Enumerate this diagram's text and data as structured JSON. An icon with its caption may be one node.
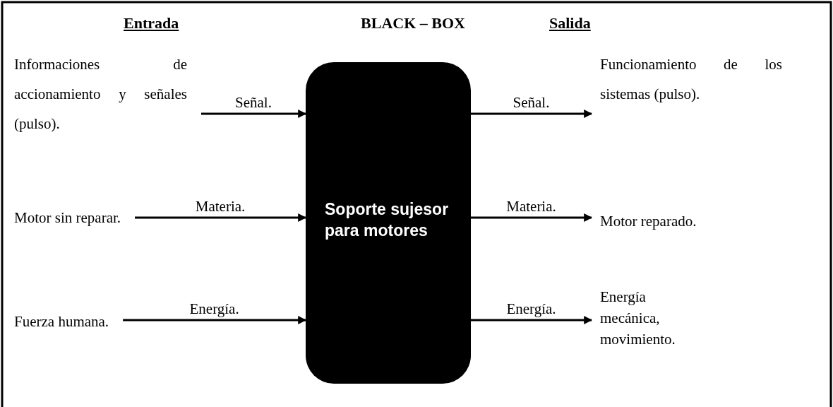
{
  "diagram": {
    "title": "BLACK – BOX",
    "nodes": [
      {
        "text": [
          "Informaciones de accionamiento y señales (pulso)."
        ]
      },
      {
        "text": [
          "Motor sin reparar."
        ]
      },
      {
        "text": [
          "Fuerza humana."
        ]
      },
      {
        "text": [
          "Soporte sujesor para motores"
        ]
      },
      {
        "text": [
          "Funcionamiento de los sistemas (pulso)."
        ]
      },
      {
        "text": [
          "Motor reparado."
        ]
      },
      {
        "text": [
          "Energía mecánica, movimiento."
        ]
      }
    ],
    "edges": [
      {
        "from": 0,
        "to": 3,
        "arrow": "to",
        "label": "Señal."
      },
      {
        "from": 1,
        "to": 3,
        "arrow": "to",
        "label": "Materia."
      },
      {
        "from": 2,
        "to": 3,
        "arrow": "to",
        "label": "Energía."
      },
      {
        "from": 3,
        "to": 4,
        "arrow": "to",
        "label": "Señal."
      },
      {
        "from": 3,
        "to": 5,
        "arrow": "to",
        "label": "Materia."
      },
      {
        "from": 3,
        "to": 6,
        "arrow": "to",
        "label": "Energía."
      }
    ],
    "labels": [
      "Entrada",
      "Salida"
    ]
  }
}
